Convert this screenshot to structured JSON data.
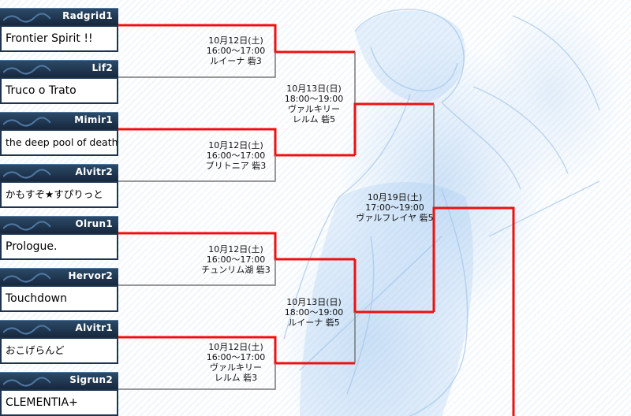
{
  "teams": [
    {
      "server": "Radgrid1",
      "name": "Frontier Spirit !!"
    },
    {
      "server": "Lif2",
      "name": "Truco o Trato"
    },
    {
      "server": "Mimir1",
      "name": "the deep pool of death"
    },
    {
      "server": "Alvitr2",
      "name": "かもすぞ★すぴりっと"
    },
    {
      "server": "Olrun1",
      "name": "Prologue."
    },
    {
      "server": "Hervor2",
      "name": "Touchdown"
    },
    {
      "server": "Alvitr1",
      "name": "おこげらんど"
    },
    {
      "server": "Sigrun2",
      "name": "CLEMENTIA+"
    }
  ],
  "matches": {
    "r1m1": {
      "date": "10月12日(土)",
      "time": "16:00〜17:00",
      "venue": "ルイーナ 砦3"
    },
    "r1m2": {
      "date": "10月12日(土)",
      "time": "16:00〜17:00",
      "venue": "ブリトニア 砦3"
    },
    "r1m3": {
      "date": "10月12日(土)",
      "time": "16:00〜17:00",
      "venue": "チュンリム湖 砦3"
    },
    "r1m4": {
      "date": "10月12日(土)",
      "time": "16:00〜17:00",
      "venue1": "ヴァルキリー",
      "venue2": "レルム 砦3"
    },
    "r2m1": {
      "date": "10月13日(日)",
      "time": "18:00〜19:00",
      "venue1": "ヴァルキリー",
      "venue2": "レルム 砦5"
    },
    "r2m2": {
      "date": "10月13日(日)",
      "time": "18:00〜19:00",
      "venue": "ルイーナ 砦5"
    },
    "final": {
      "date": "10月19日(土)",
      "time": "17:00〜19:00",
      "venue": "ヴァルフレイヤ 砦5"
    }
  },
  "colors": {
    "winner_line": "#ee1111",
    "loser_line": "#777777",
    "label_bg": "#1d3350",
    "name_border": "#1d3350"
  }
}
